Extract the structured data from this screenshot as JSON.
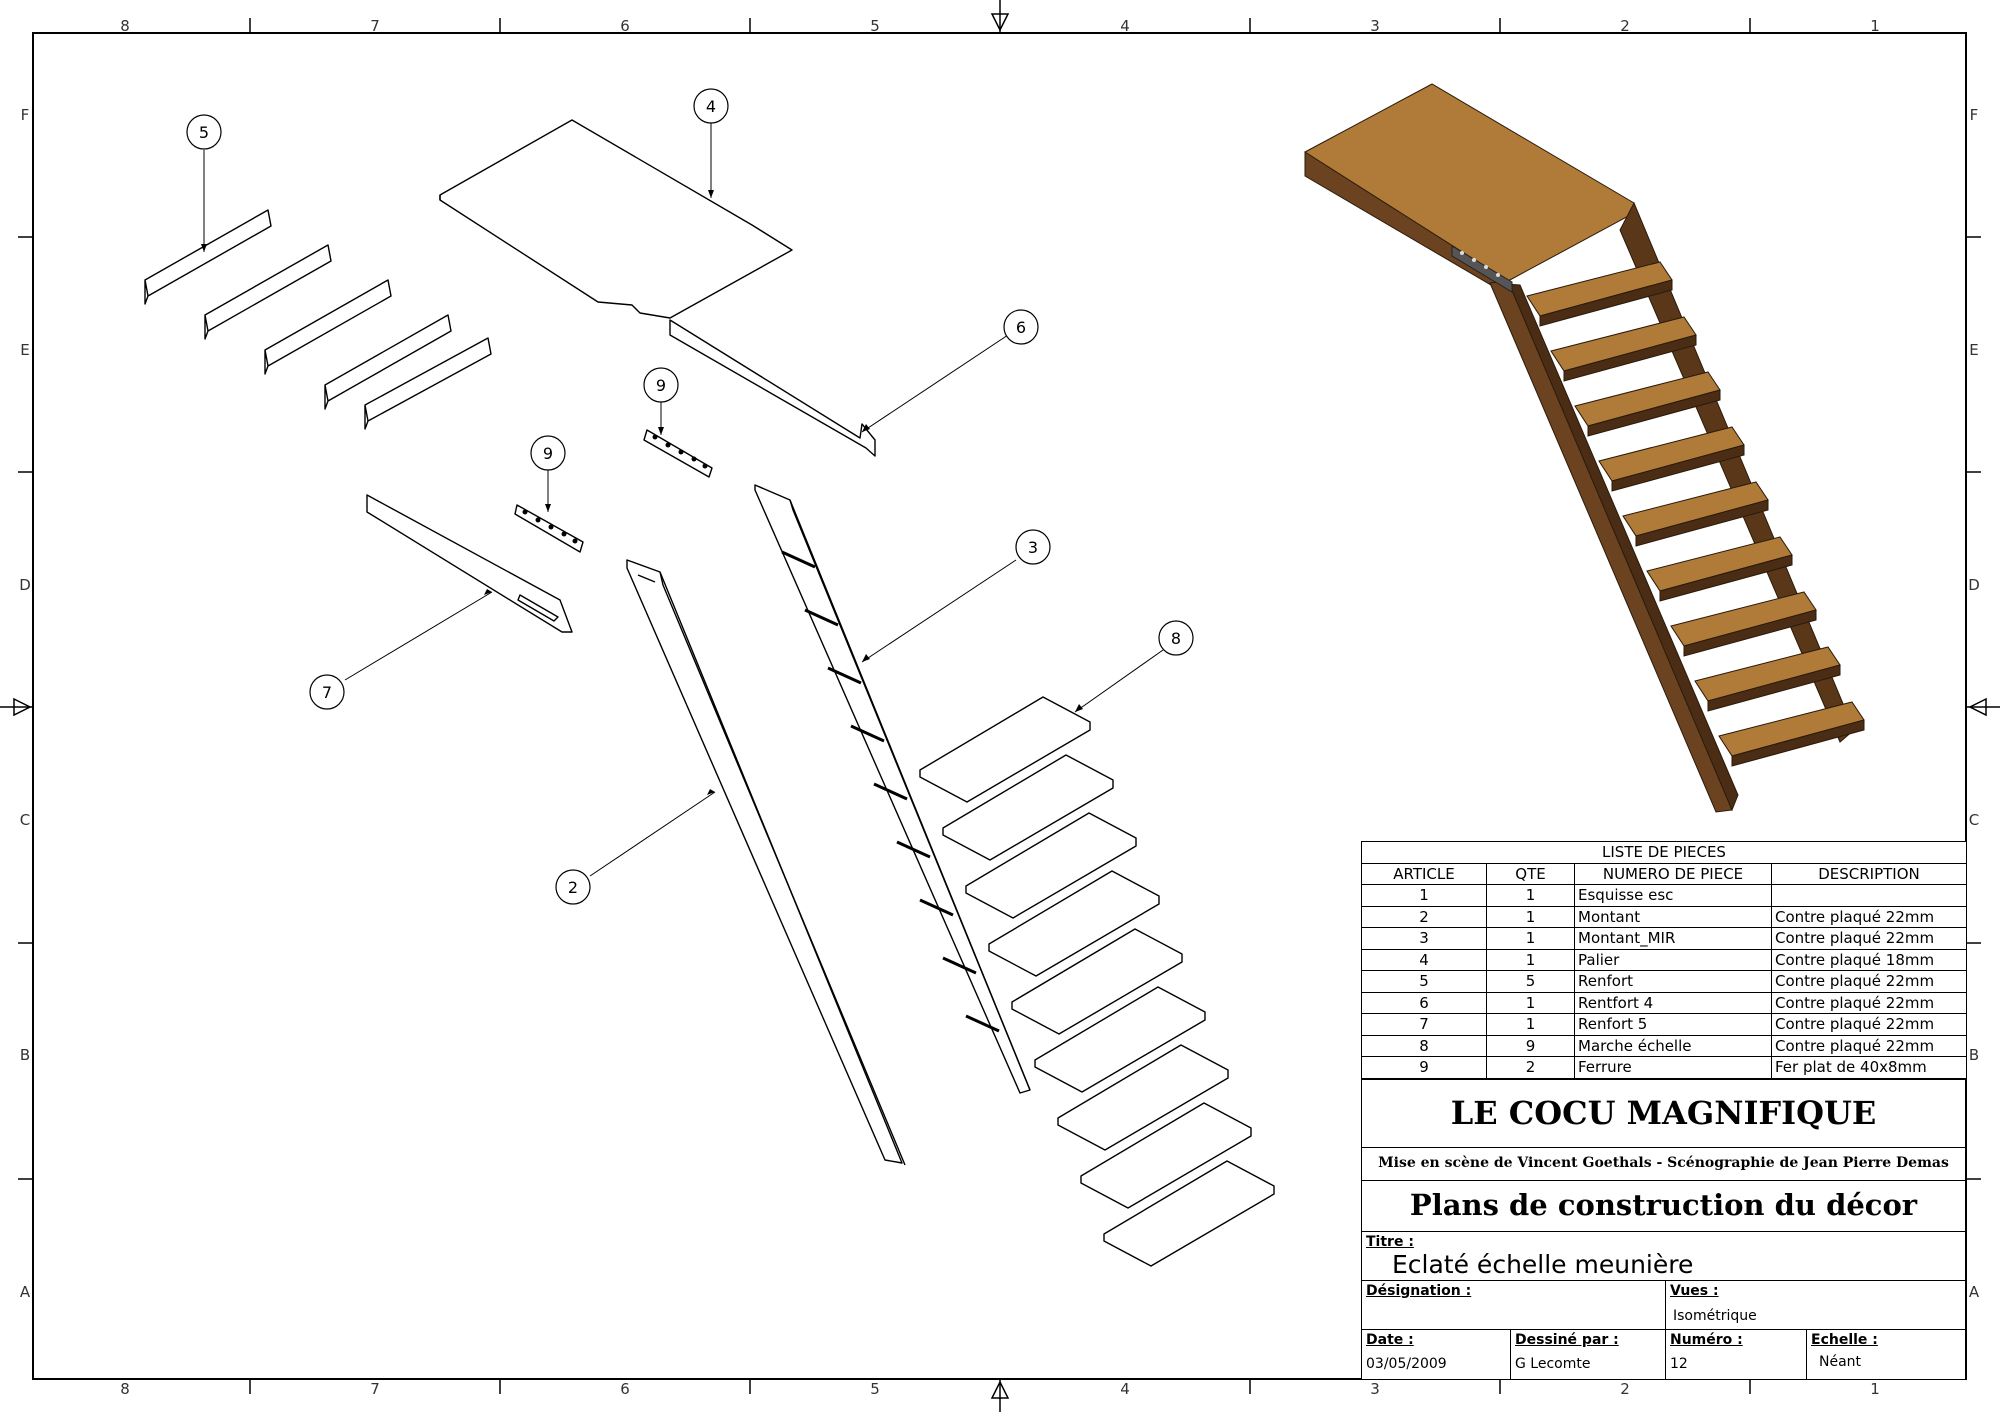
{
  "frame": {
    "columns": [
      "8",
      "7",
      "6",
      "5",
      "4",
      "3",
      "2",
      "1"
    ],
    "rows": [
      "F",
      "E",
      "D",
      "C",
      "B",
      "A"
    ]
  },
  "balloons": [
    {
      "id": "balloon-5",
      "label": "5"
    },
    {
      "id": "balloon-4",
      "label": "4"
    },
    {
      "id": "balloon-6",
      "label": "6"
    },
    {
      "id": "balloon-9a",
      "label": "9"
    },
    {
      "id": "balloon-9b",
      "label": "9"
    },
    {
      "id": "balloon-3",
      "label": "3"
    },
    {
      "id": "balloon-7",
      "label": "7"
    },
    {
      "id": "balloon-8",
      "label": "8"
    },
    {
      "id": "balloon-2",
      "label": "2"
    }
  ],
  "colors": {
    "wood_top": "#b07a38",
    "wood_side": "#6b4320",
    "wood_dark": "#4a2d14"
  },
  "parts_list": {
    "title": "LISTE DE PIECES",
    "headers": [
      "ARTICLE",
      "QTE",
      "NUMERO DE PIECE",
      "DESCRIPTION"
    ],
    "rows": [
      [
        "1",
        "1",
        "Esquisse esc",
        ""
      ],
      [
        "2",
        "1",
        "Montant",
        "Contre plaqué 22mm"
      ],
      [
        "3",
        "1",
        "Montant_MIR",
        "Contre plaqué 22mm"
      ],
      [
        "4",
        "1",
        "Palier",
        "Contre plaqué 18mm"
      ],
      [
        "5",
        "5",
        "Renfort",
        "Contre plaqué 22mm"
      ],
      [
        "6",
        "1",
        "Rentfort 4",
        "Contre plaqué 22mm"
      ],
      [
        "7",
        "1",
        "Renfort 5",
        "Contre plaqué 22mm"
      ],
      [
        "8",
        "9",
        "Marche échelle",
        "Contre plaqué 22mm"
      ],
      [
        "9",
        "2",
        "Ferrure",
        "Fer plat de 40x8mm"
      ]
    ]
  },
  "title_block": {
    "production": "LE COCU MAGNIFIQUE",
    "credits": "Mise en scène de Vincent Goethals - Scénographie de Jean Pierre Demas",
    "subject": "Plans de construction du décor",
    "titre_label": "Titre :",
    "titre_value": "Eclaté échelle meunière",
    "designation_label": "Désignation :",
    "designation_value": "",
    "vues_label": "Vues :",
    "vues_value": "Isométrique",
    "date_label": "Date :",
    "date_value": "03/05/2009",
    "dessine_label": "Dessiné par :",
    "dessine_value": "G Lecomte",
    "numero_label": "Numéro :",
    "numero_value": "12",
    "echelle_label": "Echelle :",
    "echelle_value": "Néant"
  }
}
